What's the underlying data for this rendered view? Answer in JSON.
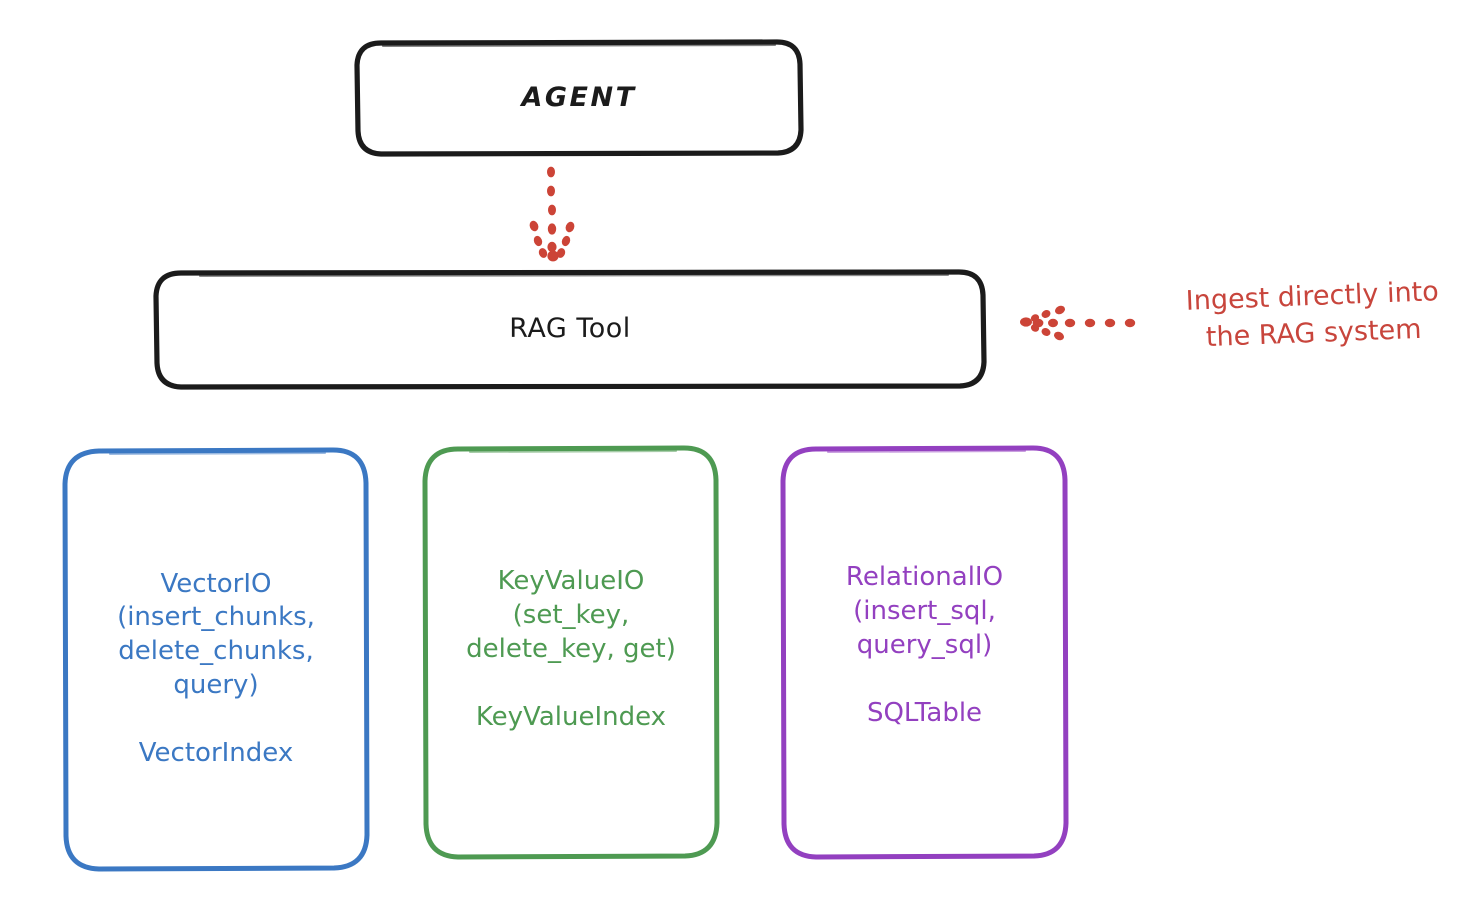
{
  "diagram": {
    "title": "RAG Tool architecture",
    "background": "#ffffff",
    "colors": {
      "stroke_black": "#1b1b1b",
      "vector_blue": "#3b78c3",
      "keyvalue_green": "#4e9a52",
      "relational_purple": "#9340c0",
      "annotation_red": "#c8453c"
    }
  },
  "nodes": {
    "agent": {
      "label": "AGENT",
      "color": "#1b1b1b"
    },
    "rag_tool": {
      "label": "RAG Tool",
      "color": "#1b1b1b"
    },
    "vector_io": {
      "api": "VectorIO\n(insert_chunks,\ndelete_chunks,\nquery)",
      "index": "VectorIndex",
      "color": "#3b78c3"
    },
    "key_value_io": {
      "api": "KeyValueIO\n(set_key,\ndelete_key, get)",
      "index": "KeyValueIndex",
      "color": "#4e9a52"
    },
    "relational_io": {
      "api": "RelationalIO\n(insert_sql,\nquery_sql)",
      "index": "SQLTable",
      "color": "#9340c0"
    }
  },
  "annotations": {
    "ingest": {
      "text": "Ingest directly into\nthe RAG system",
      "color": "#c8453c"
    }
  },
  "connectors": {
    "agent_to_rag_tool": {
      "style": "dotted",
      "direction": "down",
      "color": "#c8453c"
    },
    "ingest_to_rag_tool": {
      "style": "dotted",
      "direction": "left",
      "color": "#c8453c"
    }
  }
}
